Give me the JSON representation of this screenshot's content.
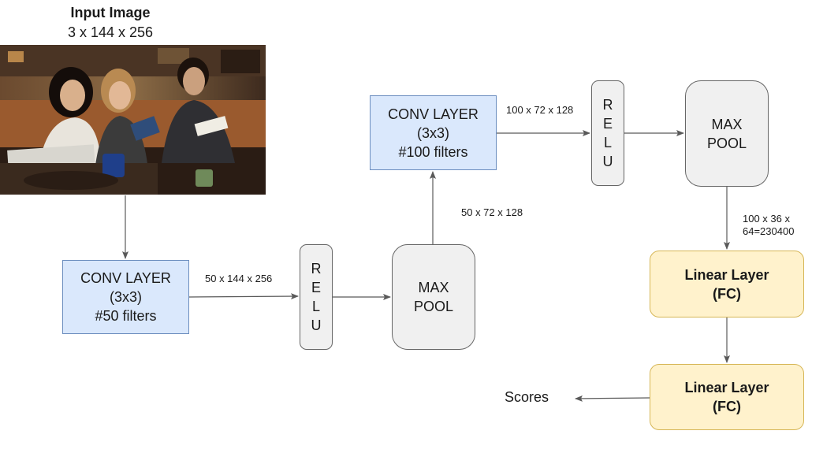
{
  "input": {
    "title": "Input Image",
    "dims": "3 x 144 x 256"
  },
  "conv1": {
    "line1": "CONV LAYER",
    "line2": "(3x3)",
    "line3": "#50 filters"
  },
  "relu1": {
    "letters": [
      "R",
      "E",
      "L",
      "U"
    ]
  },
  "pool1": {
    "line1": "MAX",
    "line2": "POOL"
  },
  "conv2": {
    "line1": "CONV LAYER",
    "line2": "(3x3)",
    "line3": "#100 filters"
  },
  "relu2": {
    "letters": [
      "R",
      "E",
      "L",
      "U"
    ]
  },
  "pool2": {
    "line1": "MAX",
    "line2": "POOL"
  },
  "fc1": {
    "line1": "Linear Layer",
    "line2": "(FC)"
  },
  "fc2": {
    "line1": "Linear Layer",
    "line2": "(FC)"
  },
  "dims": {
    "after_conv1": "50 x 144 x 256",
    "after_pool1": "50 x 72 x 128",
    "after_conv2": "100 x 72 x 128",
    "after_pool2_line1": "100 x 36 x",
    "after_pool2_line2": "64=230400"
  },
  "output": {
    "label": "Scores"
  },
  "colors": {
    "conv_fill": "#dae8fc",
    "conv_stroke": "#6c8ebf",
    "relu_pool_fill": "#f0f0f0",
    "fc_fill": "#fff2cc",
    "fc_stroke": "#d6b656",
    "arrow": "#595959"
  }
}
